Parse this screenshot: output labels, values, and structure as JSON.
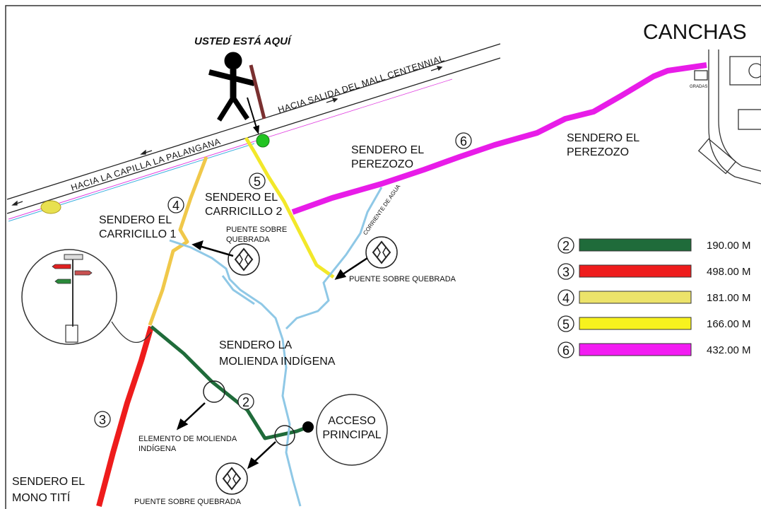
{
  "title": "CANCHAS",
  "you_are_here": "USTED ESTÁ AQUÍ",
  "roads": {
    "left": "HACIA LA CAPILLA LA PALANGANA",
    "right": "HACIA SALIDA DEL MALL CENTENNIAL"
  },
  "trails": {
    "carricillo1": [
      "SENDERO EL",
      "CARRICILLO 1"
    ],
    "carricillo2": [
      "SENDERO EL",
      "CARRICILLO 2"
    ],
    "perezozo_a": [
      "SENDERO EL",
      "PEREZOZO"
    ],
    "perezozo_b": [
      "SENDERO EL",
      "PEREZOZO"
    ],
    "molienda": [
      "SENDERO LA",
      "MOLIENDA INDÍGENA"
    ],
    "mono": [
      "SENDERO EL",
      "MONO TITÍ"
    ]
  },
  "labels": {
    "puente1": [
      "PUENTE SOBRE",
      "QUEBRADA"
    ],
    "puente2": "PUENTE SOBRE QUEBRADA",
    "puente3": "PUENTE SOBRE QUEBRADA",
    "elemento": [
      "ELEMENTO DE MOLIENDA",
      "INDÍGENA"
    ],
    "acceso": [
      "ACCESO",
      "PRINCIPAL"
    ],
    "gradas": "GRADAS",
    "corriente": "CORRIENTE DE AGUA"
  },
  "numbers": {
    "n2": "2",
    "n3": "3",
    "n4": "4",
    "n5": "5",
    "n6": "6"
  },
  "legend": [
    {
      "num": "2",
      "color": "#1f6b3a",
      "length": "190.00 M"
    },
    {
      "num": "3",
      "color": "#ee1c1c",
      "length": "498.00 M"
    },
    {
      "num": "4",
      "color": "#ece36a",
      "length": "181.00 M"
    },
    {
      "num": "5",
      "color": "#f7f21e",
      "length": "166.00 M"
    },
    {
      "num": "6",
      "color": "#f21cf2",
      "length": "432.00 M"
    }
  ],
  "colors": {
    "trail2": "#1f6b3a",
    "trail3": "#ee1c1c",
    "trail4": "#f0c84a",
    "trail5": "#f2e82a",
    "trail6": "#e81ce8",
    "stream": "#8fc8e6",
    "you_dot": "#22c422"
  }
}
